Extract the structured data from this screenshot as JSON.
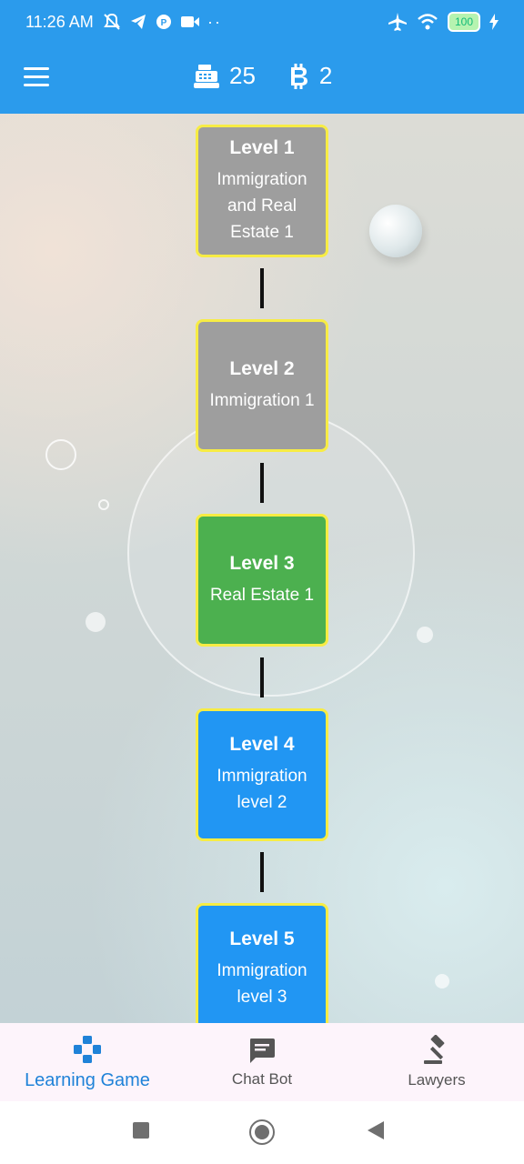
{
  "status_bar": {
    "time": "11:26 AM",
    "battery": "100"
  },
  "app_bar": {
    "points_icon": "cash-register-icon",
    "points": "25",
    "coins_icon": "bitcoin-icon",
    "coins": "2"
  },
  "levels": [
    {
      "title": "Level 1",
      "subtitle": "Immigration and Real Estate 1",
      "color": "#9e9e9e",
      "state": "locked"
    },
    {
      "title": "Level 2",
      "subtitle": "Immigration 1",
      "color": "#9e9e9e",
      "state": "locked"
    },
    {
      "title": "Level 3",
      "subtitle": "Real Estate 1",
      "color": "#4cb04f",
      "state": "current"
    },
    {
      "title": "Level 4",
      "subtitle": "Immigration level 2",
      "color": "#2196f3",
      "state": "available"
    },
    {
      "title": "Level 5",
      "subtitle": "Immigration level 3",
      "color": "#2196f3",
      "state": "available"
    }
  ],
  "bottom_nav": {
    "items": [
      {
        "label": "Learning Game",
        "icon": "gamepad-icon",
        "active": true
      },
      {
        "label": "Chat Bot",
        "icon": "chat-icon",
        "active": false
      },
      {
        "label": "Lawyers",
        "icon": "gavel-icon",
        "active": false
      }
    ]
  },
  "colors": {
    "primary": "#2b9bec",
    "level_border": "#f7ec44",
    "active_nav": "#1f82d8"
  }
}
